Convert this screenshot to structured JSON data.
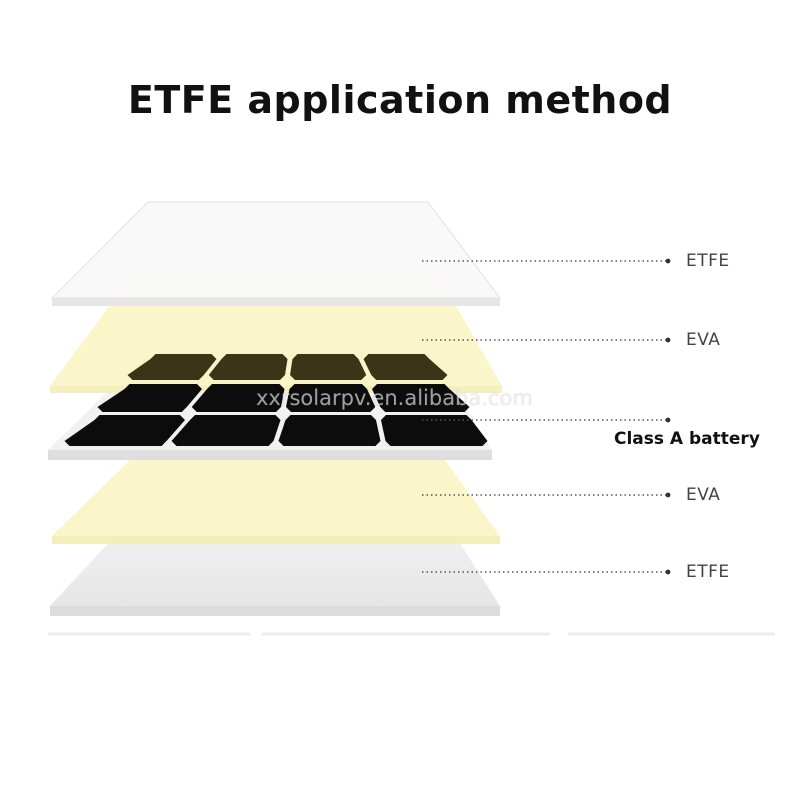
{
  "title": "ETFE application method",
  "watermark": "xxrsolarpv.en.alibaba.com",
  "layers": [
    {
      "label": "ETFE"
    },
    {
      "label": "EVA"
    },
    {
      "label": "Class A battery"
    },
    {
      "label": "EVA"
    },
    {
      "label": "ETFE"
    }
  ],
  "colors": {
    "etfe_sheet": "#f7f7f7",
    "eva_sheet": "#fbf6c8",
    "cell_dark": "#0c0c0c",
    "cell_faded": "#3a3516",
    "leader_dots": "#555555"
  }
}
